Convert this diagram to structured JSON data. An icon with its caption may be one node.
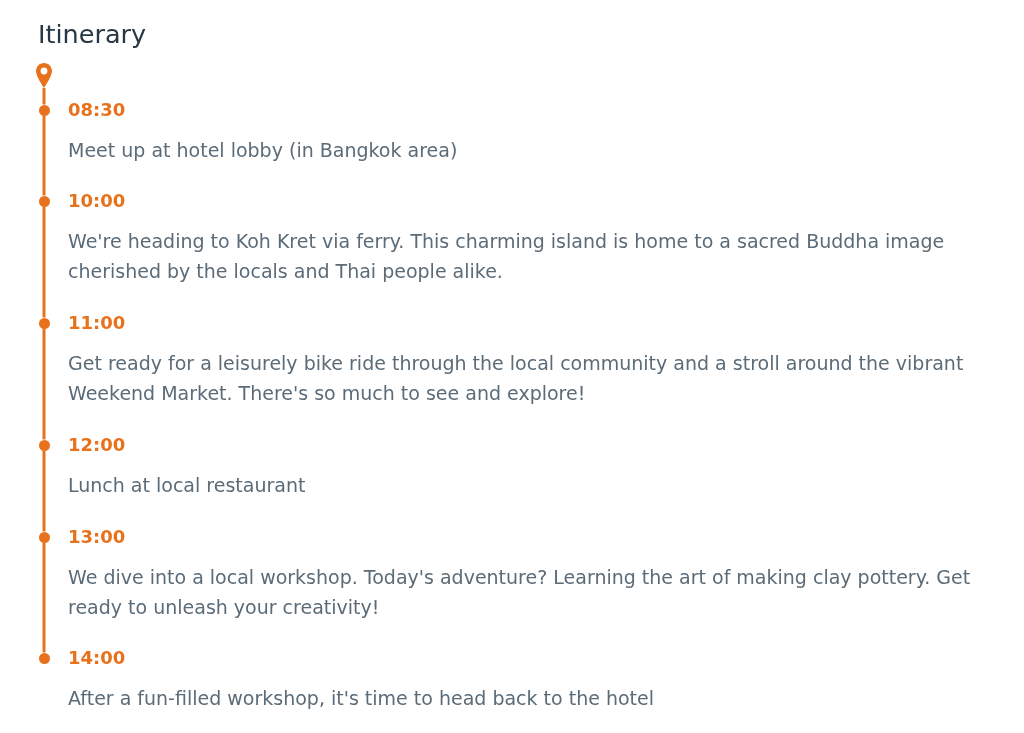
{
  "diagram": {
    "title": "Itinerary",
    "nodes": [
      {
        "text": [],
        "shape": "pin"
      },
      {
        "text": [],
        "shape": "circle",
        "beside": [
          "08:30",
          "Meet up at hotel lobby (in Bangkok area)"
        ]
      },
      {
        "text": [],
        "shape": "circle",
        "beside": [
          "10:00",
          "We're heading to Koh Kret via ferry. This charming island is home to a sacred Buddha image cherished by the locals and Thai people alike."
        ]
      },
      {
        "text": [],
        "shape": "circle",
        "beside": [
          "11:00",
          "Get ready for a leisurely bike ride through the local community and a stroll around the vibrant Weekend Market. There's so much to see and explore!"
        ]
      },
      {
        "text": [],
        "shape": "circle",
        "beside": [
          "12:00",
          "Lunch at local restaurant"
        ]
      },
      {
        "text": [],
        "shape": "circle",
        "beside": [
          "13:00",
          "We dive into a local workshop. Today's adventure? Learning the art of making clay pottery. Get ready to unleash your creativity!"
        ]
      },
      {
        "text": [],
        "shape": "circle",
        "beside": [
          "14:00",
          "After a fun-filled workshop, it's time to head back to the hotel"
        ]
      }
    ],
    "edges": [
      {
        "from": 0,
        "to": 1,
        "arrow": "none"
      },
      {
        "from": 1,
        "to": 2,
        "arrow": "none"
      },
      {
        "from": 2,
        "to": 3,
        "arrow": "none"
      },
      {
        "from": 3,
        "to": 4,
        "arrow": "none"
      },
      {
        "from": 4,
        "to": 5,
        "arrow": "none"
      },
      {
        "from": 5,
        "to": 6,
        "arrow": "none"
      }
    ]
  }
}
